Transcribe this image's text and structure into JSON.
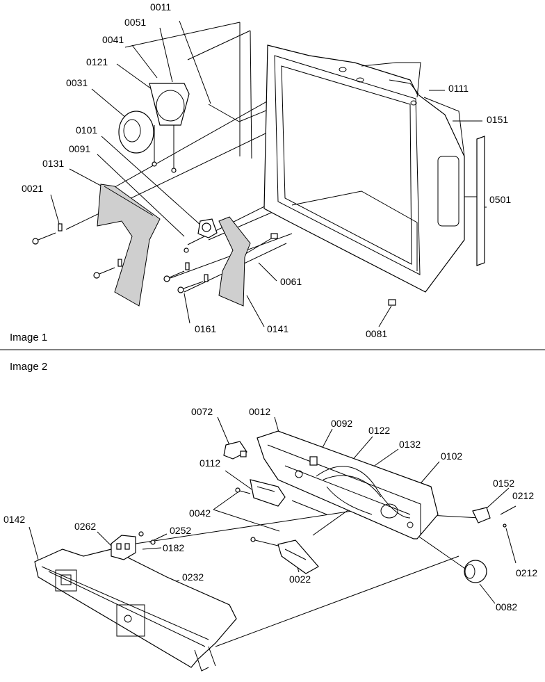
{
  "figure1": {
    "caption": "Image 1",
    "labels": {
      "p0011": "0011",
      "p0051": "0051",
      "p0041": "0041",
      "p0121": "0121",
      "p0031": "0031",
      "p0101": "0101",
      "p0091": "0091",
      "p0131": "0131",
      "p0021": "0021",
      "p0111": "0111",
      "p0151": "0151",
      "p0501": "0501",
      "p0061": "0061",
      "p0161": "0161",
      "p0141": "0141",
      "p0081": "0081"
    }
  },
  "figure2": {
    "caption": "Image 2",
    "labels": {
      "p0072": "0072",
      "p0012": "0012",
      "p0092": "0092",
      "p0122": "0122",
      "p0132": "0132",
      "p0102": "0102",
      "p0112": "0112",
      "p0152": "0152",
      "p0212a": "0212",
      "p0212b": "0212",
      "p0042": "0042",
      "p0142": "0142",
      "p0262": "0262",
      "p0252": "0252",
      "p0182": "0182",
      "p0232": "0232",
      "p0022": "0022",
      "p0082": "0082"
    }
  }
}
